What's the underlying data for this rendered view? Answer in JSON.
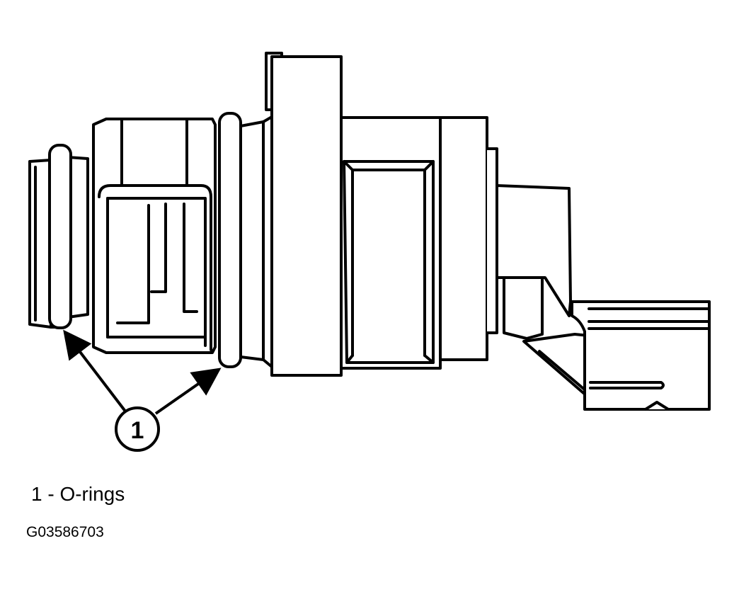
{
  "callout": {
    "number": "1"
  },
  "legend": {
    "text": "1 - O-rings"
  },
  "figure": {
    "id": "G03586703"
  }
}
